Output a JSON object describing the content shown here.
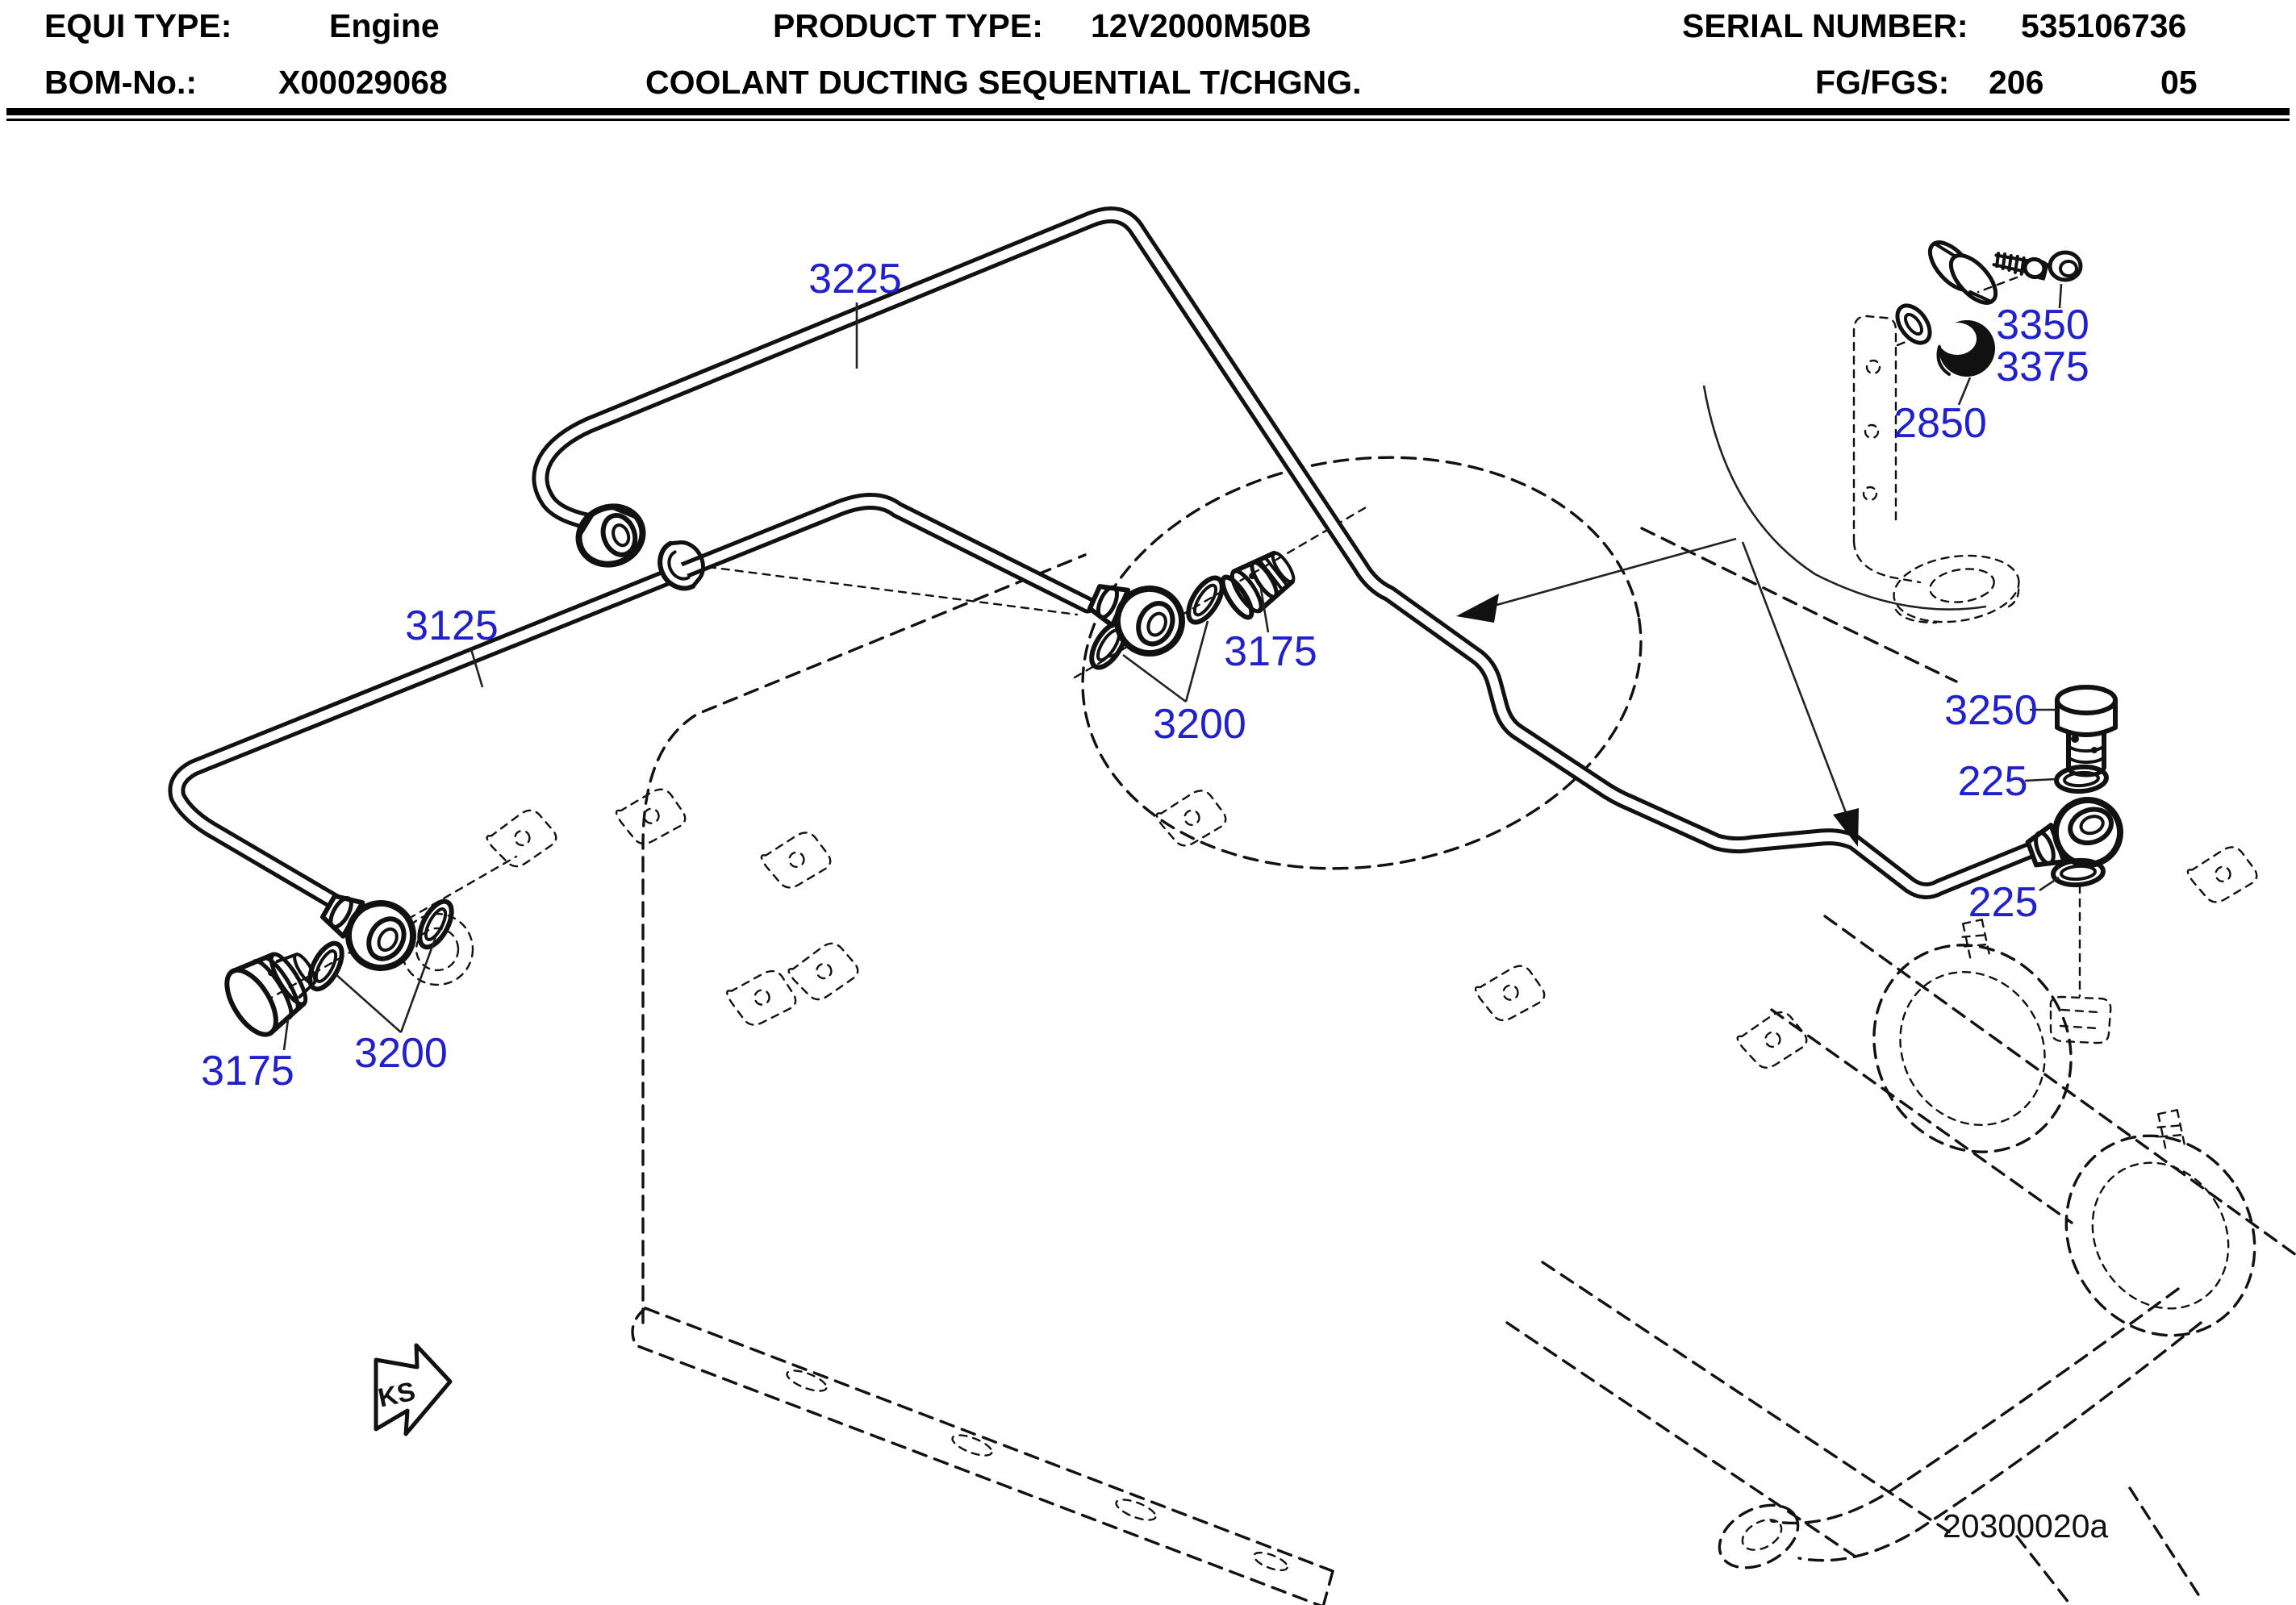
{
  "header": {
    "equi_type_label": "EQUI TYPE:",
    "equi_type_value": "Engine",
    "product_type_label": "PRODUCT TYPE:",
    "product_type_value": "12V2000M50B",
    "serial_label": "SERIAL NUMBER:",
    "serial_value": "535106736",
    "bom_label": "BOM-No.:",
    "bom_value": "X00029068",
    "subtitle": "COOLANT DUCTING SEQUENTIAL T/CHGNG.",
    "fg_label": "FG/FGS:",
    "fg_value": "206",
    "fg_value2": "05"
  },
  "figure": {
    "drawing_number": "20300020a",
    "ks_marker": "KS",
    "colors": {
      "part_label_blue": "#2020cc",
      "line_black": "#111111",
      "background": "#ffffff"
    },
    "part_labels": [
      {
        "id": "3225",
        "text": "3225"
      },
      {
        "id": "3125",
        "text": "3125"
      },
      {
        "id": "3175-middle",
        "text": "3175"
      },
      {
        "id": "3200-middle",
        "text": "3200"
      },
      {
        "id": "3175-left",
        "text": "3175"
      },
      {
        "id": "3200-left",
        "text": "3200"
      },
      {
        "id": "3350",
        "text": "3350"
      },
      {
        "id": "3375",
        "text": "3375"
      },
      {
        "id": "2850",
        "text": "2850"
      },
      {
        "id": "3250",
        "text": "3250"
      },
      {
        "id": "225-top",
        "text": "225"
      },
      {
        "id": "225-bottom",
        "text": "225"
      }
    ]
  }
}
